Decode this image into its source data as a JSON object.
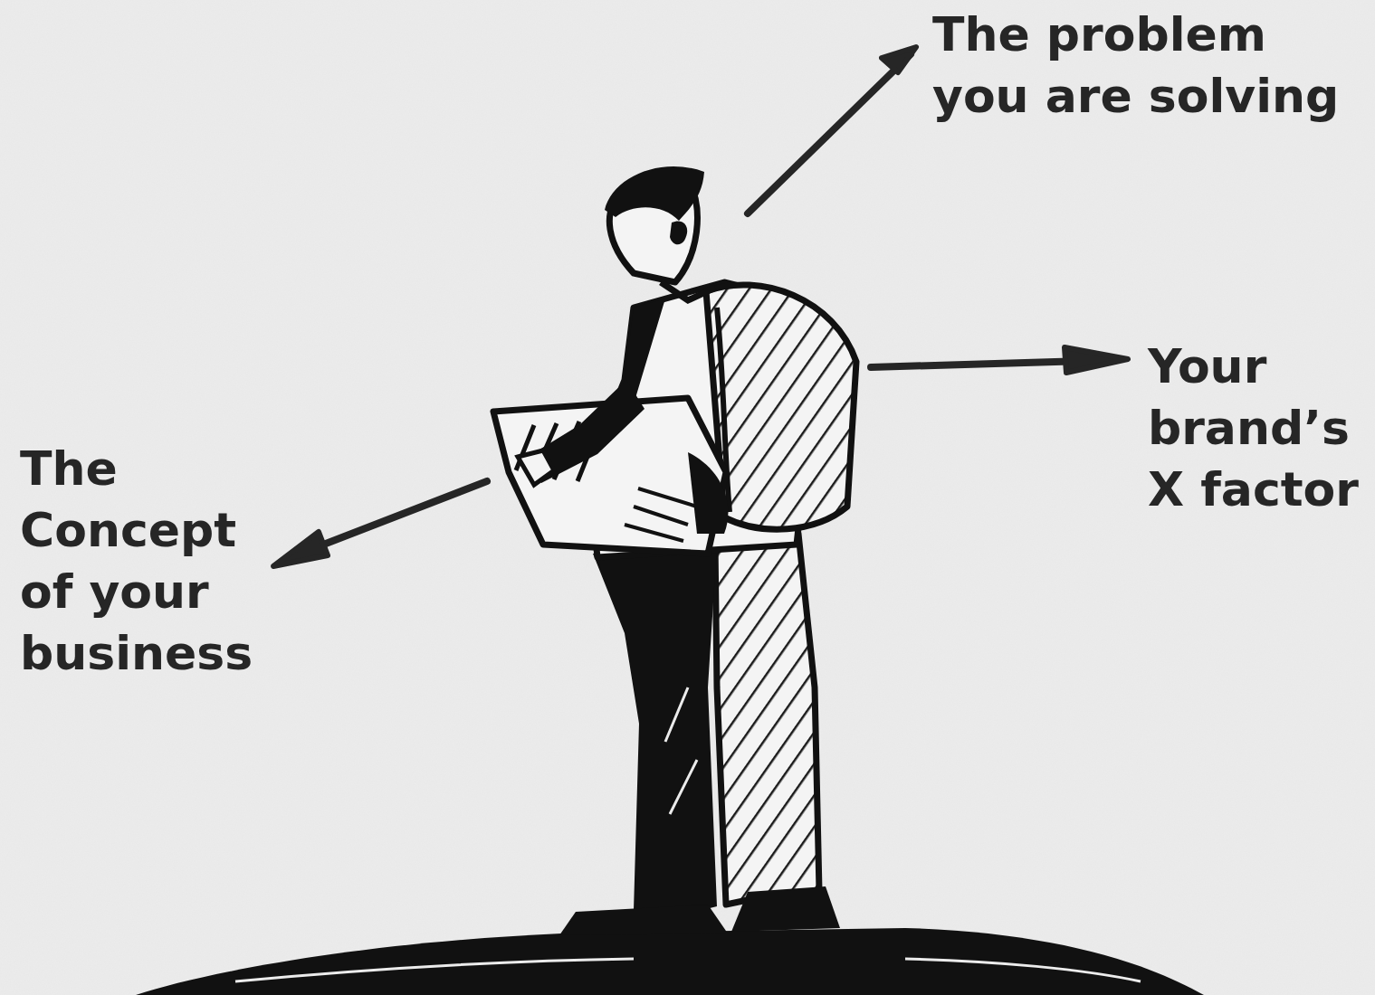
{
  "diagram": {
    "labels": [
      "The problem you are solving",
      "Your brand’s X factor",
      "The Concept of your business"
    ]
  }
}
